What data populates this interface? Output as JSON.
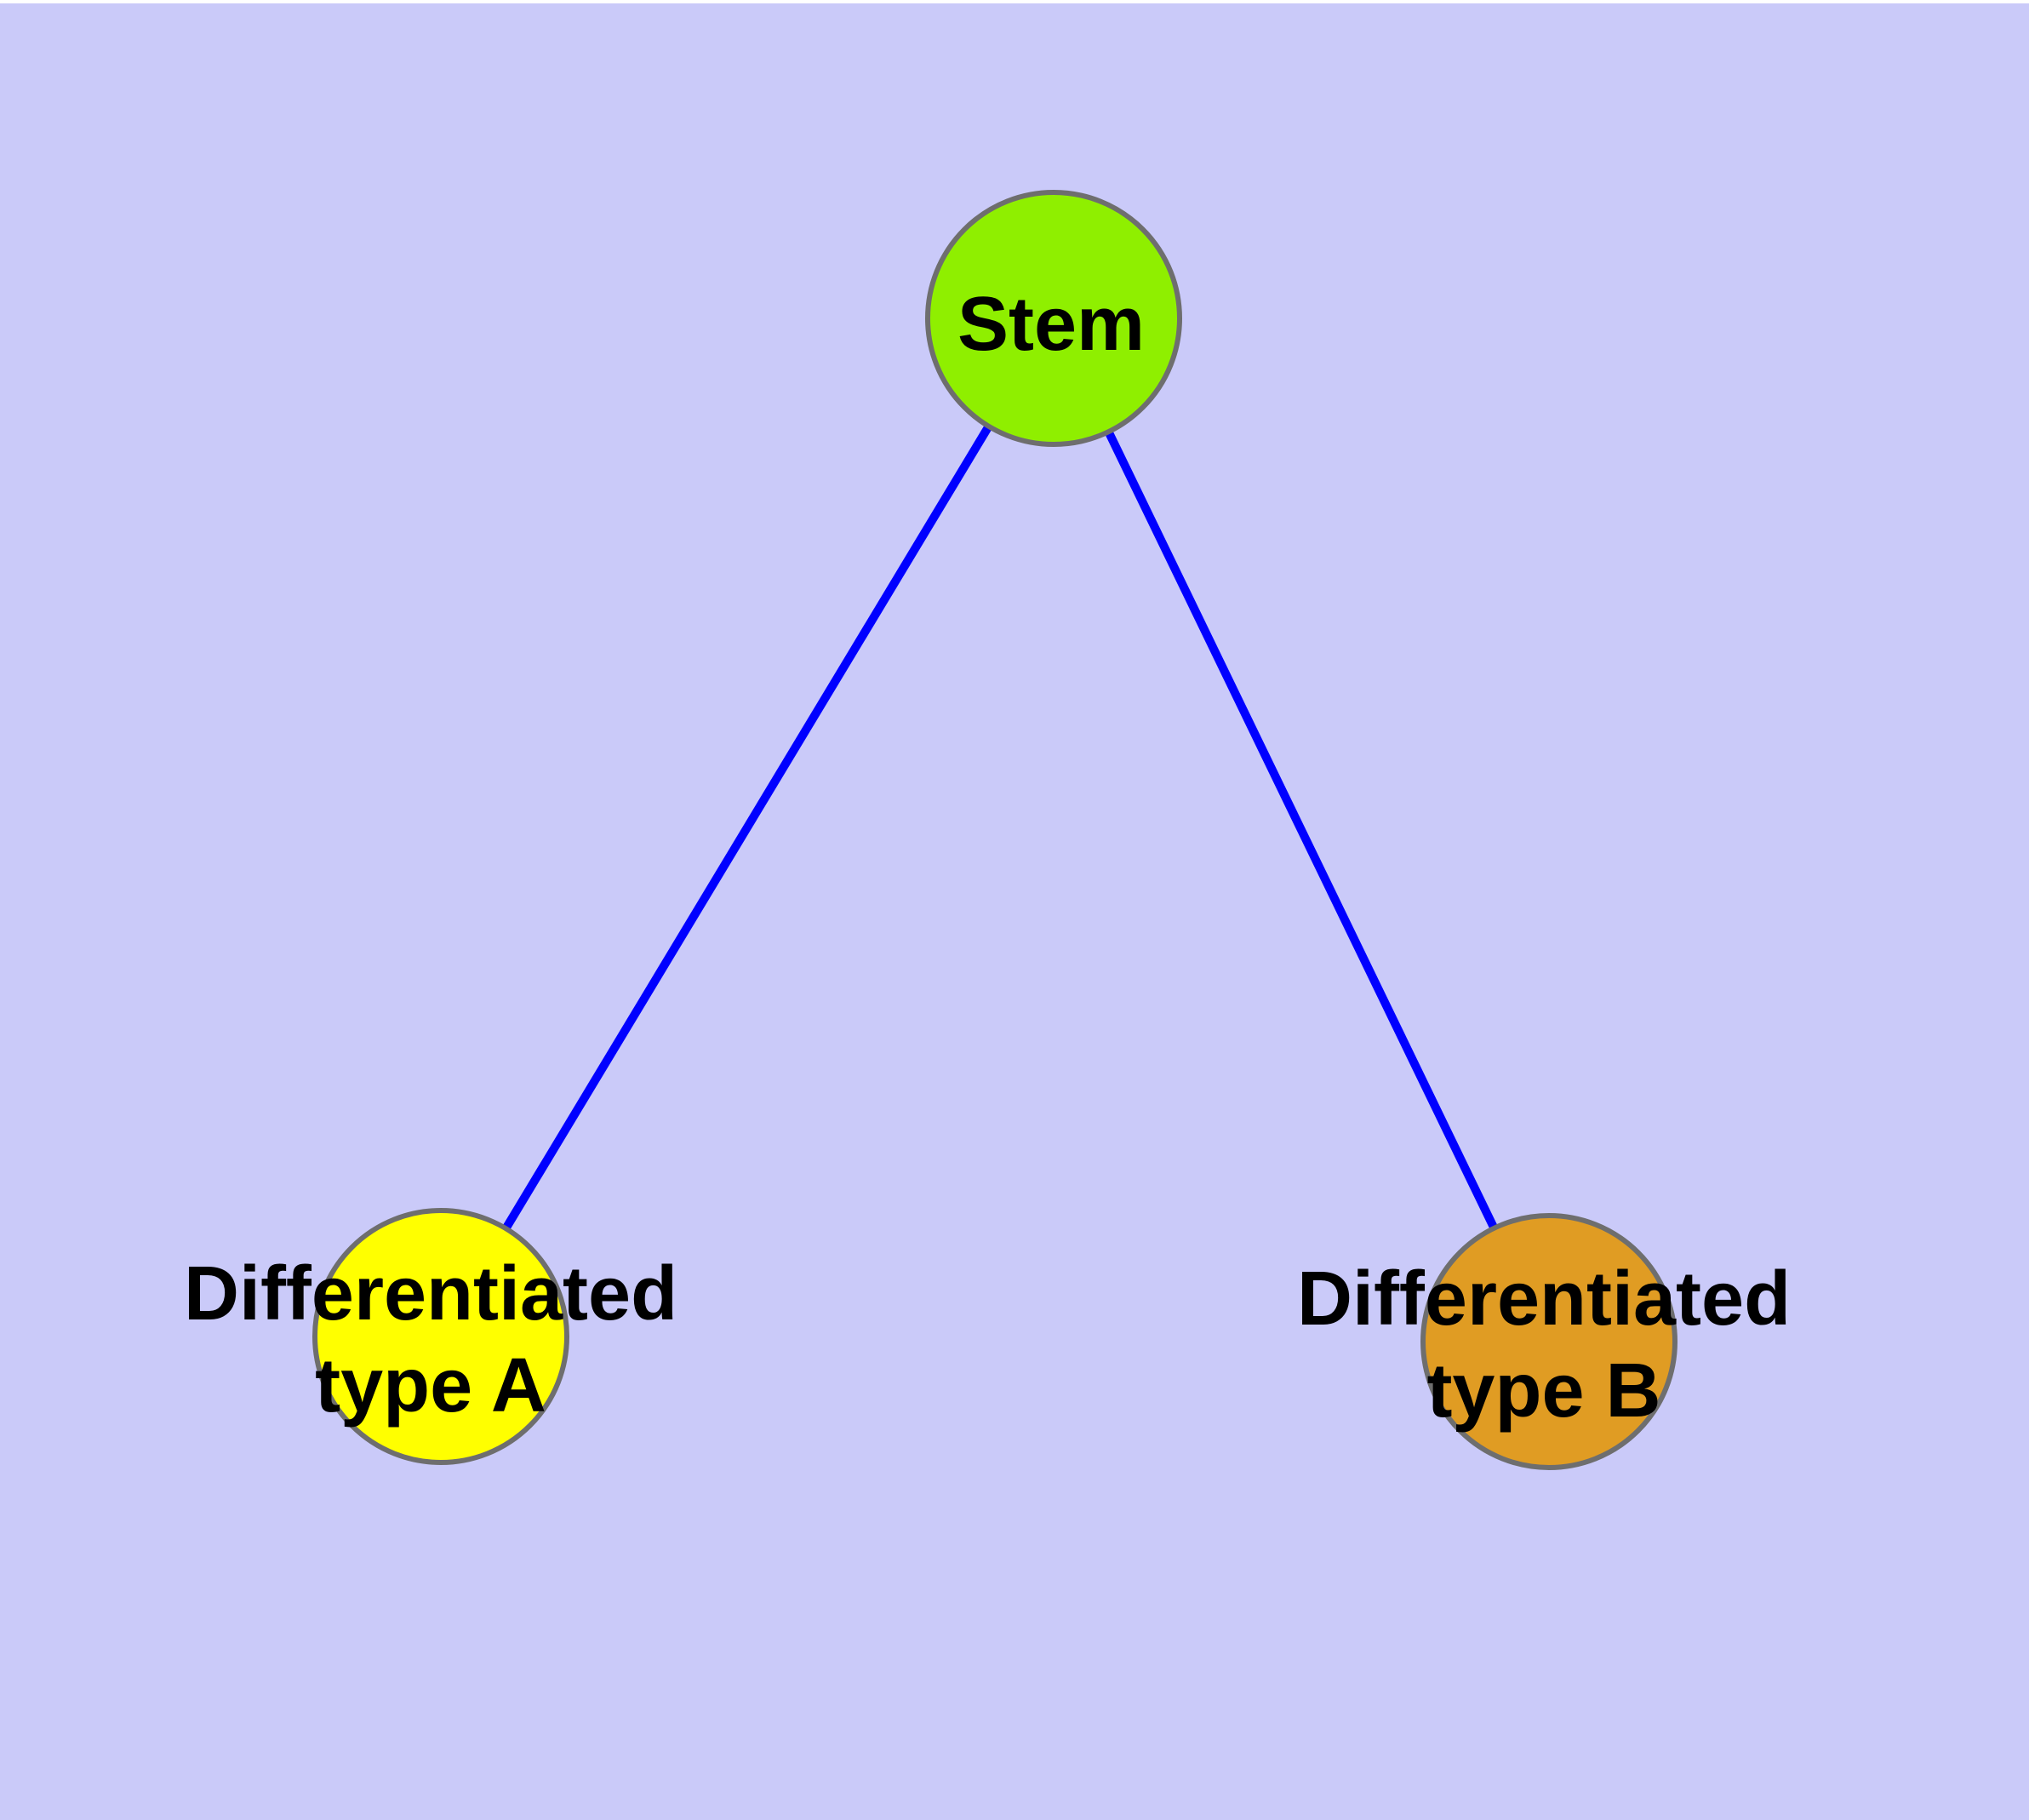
{
  "diagram": {
    "type": "graph",
    "background_color": "#CACAF9",
    "frame_color": "#ffffff",
    "edge_color": "#0000FF",
    "node_border_color": "#6E6E6E",
    "label_color": "#000000",
    "nodes": [
      {
        "id": "stem",
        "label": "Stem",
        "fill": "#8FEF00",
        "position": "top-center"
      },
      {
        "id": "type-a",
        "label": "Differentiated\ntype A",
        "fill": "#FFFF00",
        "position": "bottom-left"
      },
      {
        "id": "type-b",
        "label": "Differentiated\ntype B",
        "fill": "#E09C23",
        "position": "bottom-right"
      }
    ],
    "edges": [
      {
        "from": "Stem",
        "to": "Differentiated type A"
      },
      {
        "from": "Stem",
        "to": "Differentiated type B"
      }
    ]
  }
}
